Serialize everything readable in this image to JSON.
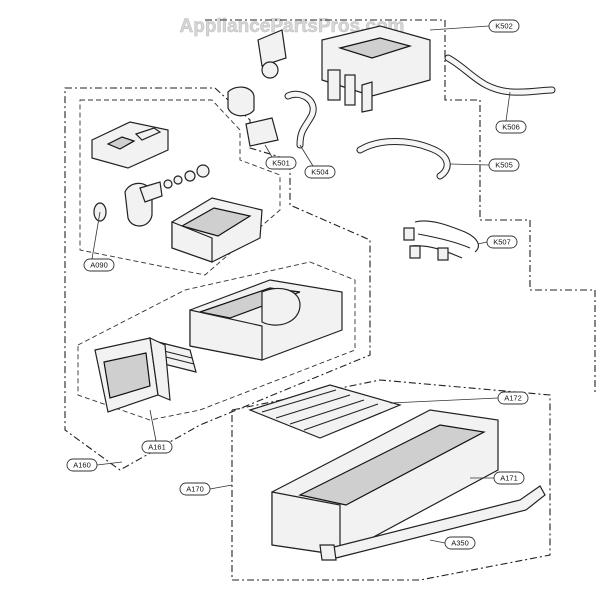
{
  "watermark": "AppliancePartsPros.com",
  "callouts": {
    "k502": "K502",
    "k506": "K506",
    "k505": "K505",
    "k501": "K501",
    "k504": "K504",
    "k507": "K507",
    "a090": "A090",
    "a161": "A161",
    "a160": "A160",
    "a172": "A172",
    "a171": "A171",
    "a170": "A170",
    "a350": "A350"
  }
}
